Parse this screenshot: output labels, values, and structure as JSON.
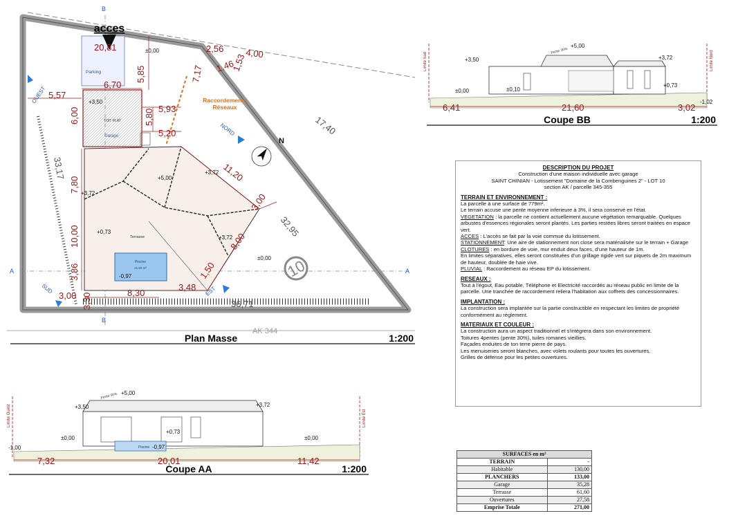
{
  "plan_masse": {
    "acces": "acces",
    "title": "Plan Masse",
    "scale": "1:200",
    "dims": {
      "top_20_81": "20,81",
      "top_2_56": "2,56",
      "top_4_00": "4,00",
      "top_1_46": "1,46",
      "top_1_53": "1,53",
      "v_5_85": "5,85",
      "d_7_17": "7,17",
      "q_5_57": "5,57",
      "g_6_70": "6,70",
      "g_6_00": "6,00",
      "g_5_93": "5,93",
      "g_5_80": "5,80",
      "g_5_20": "5,20",
      "r_17_40": "17,40",
      "r_11_20": "11,20",
      "r_3_00": "3,00",
      "r_32_95": "32,95",
      "r_8_00": "8,00",
      "l_33_17": "33,17",
      "l_7_80": "7,80",
      "l_10_00": "10,00",
      "l_3_86": "3,86",
      "b_3_00": "3,00",
      "b_8_30": "8,30",
      "b_3_48": "3,48",
      "b_1_50": "1,50",
      "b_36_71": "36,71",
      "b_3_30": "3,30"
    },
    "levels": {
      "gate": "±0,00",
      "garage": "+3,50",
      "roof": "+5,00",
      "roof_r1": "+3,72",
      "roof_r2": "+3,72",
      "roof_left": "+3,72",
      "terrace": "+0,73",
      "pool": "-0,97",
      "ground": "±0,00"
    },
    "labels": {
      "parking": "Parking",
      "toit": "TOIT PLAT",
      "garage": "Garage",
      "terrasse": "Terrasse",
      "piscine": "Piscine",
      "piscine_area": "21,60 m²",
      "raccord": "Raccordements",
      "reseaux": "Réseaux",
      "ouest": "OUEST",
      "nord": "NORD",
      "sud": "SUD",
      "est": "EST",
      "north_n": "N",
      "lot": "10",
      "ak": "AK 344",
      "sec_a": "A",
      "sec_b": "B"
    }
  },
  "coupe_bb": {
    "title": "Coupe BB",
    "scale": "1:200",
    "dims": {
      "d1": "6,41",
      "d2": "21,60",
      "d3": "3,02"
    },
    "levels": {
      "top": "+5,00",
      "left": "+3,50",
      "right": "+3,72",
      "g0": "±0,00",
      "g1": "±0,10",
      "g2": "+0,73",
      "g3": "-1,02"
    },
    "labels": {
      "limit_l": "Limite Sud",
      "limit_r": "Limite Nord",
      "pente": "Pente 30%"
    }
  },
  "coupe_aa": {
    "title": "Coupe AA",
    "scale": "1:200",
    "dims": {
      "d1": "7,32",
      "d2": "20,01",
      "d3": "11,42"
    },
    "levels": {
      "top": "+5,00",
      "left": "+3,50",
      "right": "+3,72",
      "g0": "-1,00",
      "g1": "±0,00",
      "g2": "+0,73",
      "g3": "-0,97",
      "g4": "±0,00"
    },
    "labels": {
      "limit_l": "Limite Ouest",
      "limit_r": "Limite Est",
      "pente": "Pente 30%",
      "piscine": "Piscine"
    }
  },
  "description": {
    "title": "DESCRIPTION DU PROJET",
    "intro1": "Construction d'une maison individuelle avec garage",
    "intro2": "SAINT CHINIAN - Lotissement \"Domaine de la Combenguines 2\" - LOT 10",
    "intro3": "section AK / parcelle 345-355",
    "s1_title": "TERRAIN ET ENVIRONNEMENT :",
    "s1_p1": "La parcelle à une surface de 779m².",
    "s1_p2": "Le terrain accuse une pente moyenne inferieure à 3%, il sera conservé en l'état.",
    "s1_k3": "VEGETATION",
    "s1_p3": " : la parcelle ne contient actuellement aucune végétation remarquable. Quelques arbustes d'essences régionales seront plantés. Les parties restées libres seront traitées en espace vert.",
    "s1_k4": "ACCES",
    "s1_p4": " : L'accès se fait par la voie commue du lotissement.",
    "s1_k5": "STATIONNEMENT",
    "s1_p5": ": Une aire de stationnement non close sera matérialisée sur le terrain + Garage",
    "s1_k6": "CLOTURES",
    "s1_p6": " : en bordure de voie, mur enduit deux faces, d'une hauteur de 1m.",
    "s1_p7": "En limites séparatives, elles seront constituées d'un grillage rigide vert sur piquets de 2m maximum de hauteur, doublée de haie vive.",
    "s1_k8": "PLUVIAL",
    "s1_p8": " : Raccordement au réseau EP du lotissement.",
    "s2_title": "RESEAUX :",
    "s2_p1": "Tout à l'égout, Eau potable, Téléphone et Electricité raccordés au réseau  public en limite de la parcelle. Une tranchée de raccordement reliera  l'habitation aux coffrets des concessionnaires.",
    "s3_title": "IMPLANTATION :",
    "s3_p1": " La construction sera implantée sur la partie constructible en respectant les limites de propriété conformément au  règlement.",
    "s4_title": "MATERIAUX ET COULEUR :",
    "s4_p1": "La construction aura un aspect traditionnel et s'intègrera dans son environnement.",
    "s4_p2": "Toitures 4pentes (pente 30%), tuiles romanes vieillies.",
    "s4_p3": "Façades enduites de ton terre pierre de pays.",
    "s4_p4": "Les menuiseries seront blanches, avec volets roulants pour toutes les ouvertures.",
    "s4_p5": "Grilles de défense pour les petites ouvertures."
  },
  "surfaces": {
    "header": "SURFACES en m²",
    "rows": [
      {
        "label": "TERRAIN",
        "value": "-",
        "bold": true
      },
      {
        "label": "Habitable",
        "value": "130,00",
        "bold": false
      },
      {
        "label": "PLANCHERS",
        "value": "133,00",
        "bold": true
      },
      {
        "label": "Garage",
        "value": "35,28",
        "bold": false
      },
      {
        "label": "Terrasse",
        "value": "61,60",
        "bold": false
      },
      {
        "label": "Ouvertures",
        "value": "27,58",
        "bold": false
      },
      {
        "label": "Emprise Totale",
        "value": "271,00",
        "bold": true
      }
    ]
  }
}
